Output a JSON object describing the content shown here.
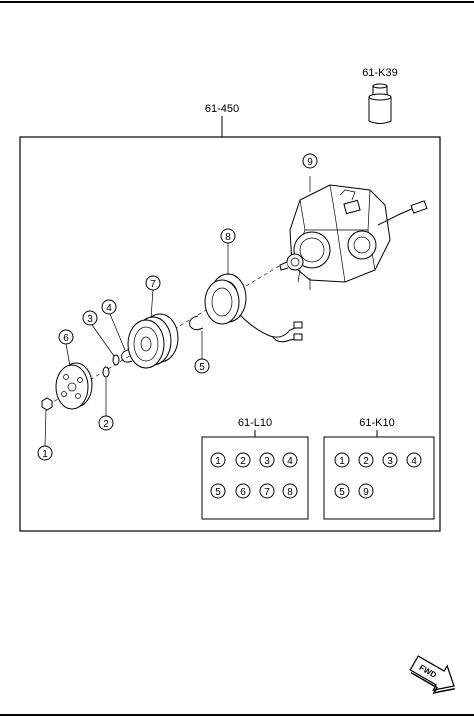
{
  "assembly_label": "61-450",
  "top_part_label": "61-K39",
  "kits": [
    {
      "code": "61-L10",
      "items": [
        "1",
        "2",
        "3",
        "4",
        "5",
        "6",
        "7",
        "8"
      ]
    },
    {
      "code": "61-K10",
      "items": [
        "1",
        "2",
        "3",
        "4",
        "5",
        "9"
      ]
    }
  ],
  "callouts": [
    "1",
    "2",
    "3",
    "4",
    "5",
    "6",
    "7",
    "8",
    "9"
  ],
  "direction_label": "FWD"
}
